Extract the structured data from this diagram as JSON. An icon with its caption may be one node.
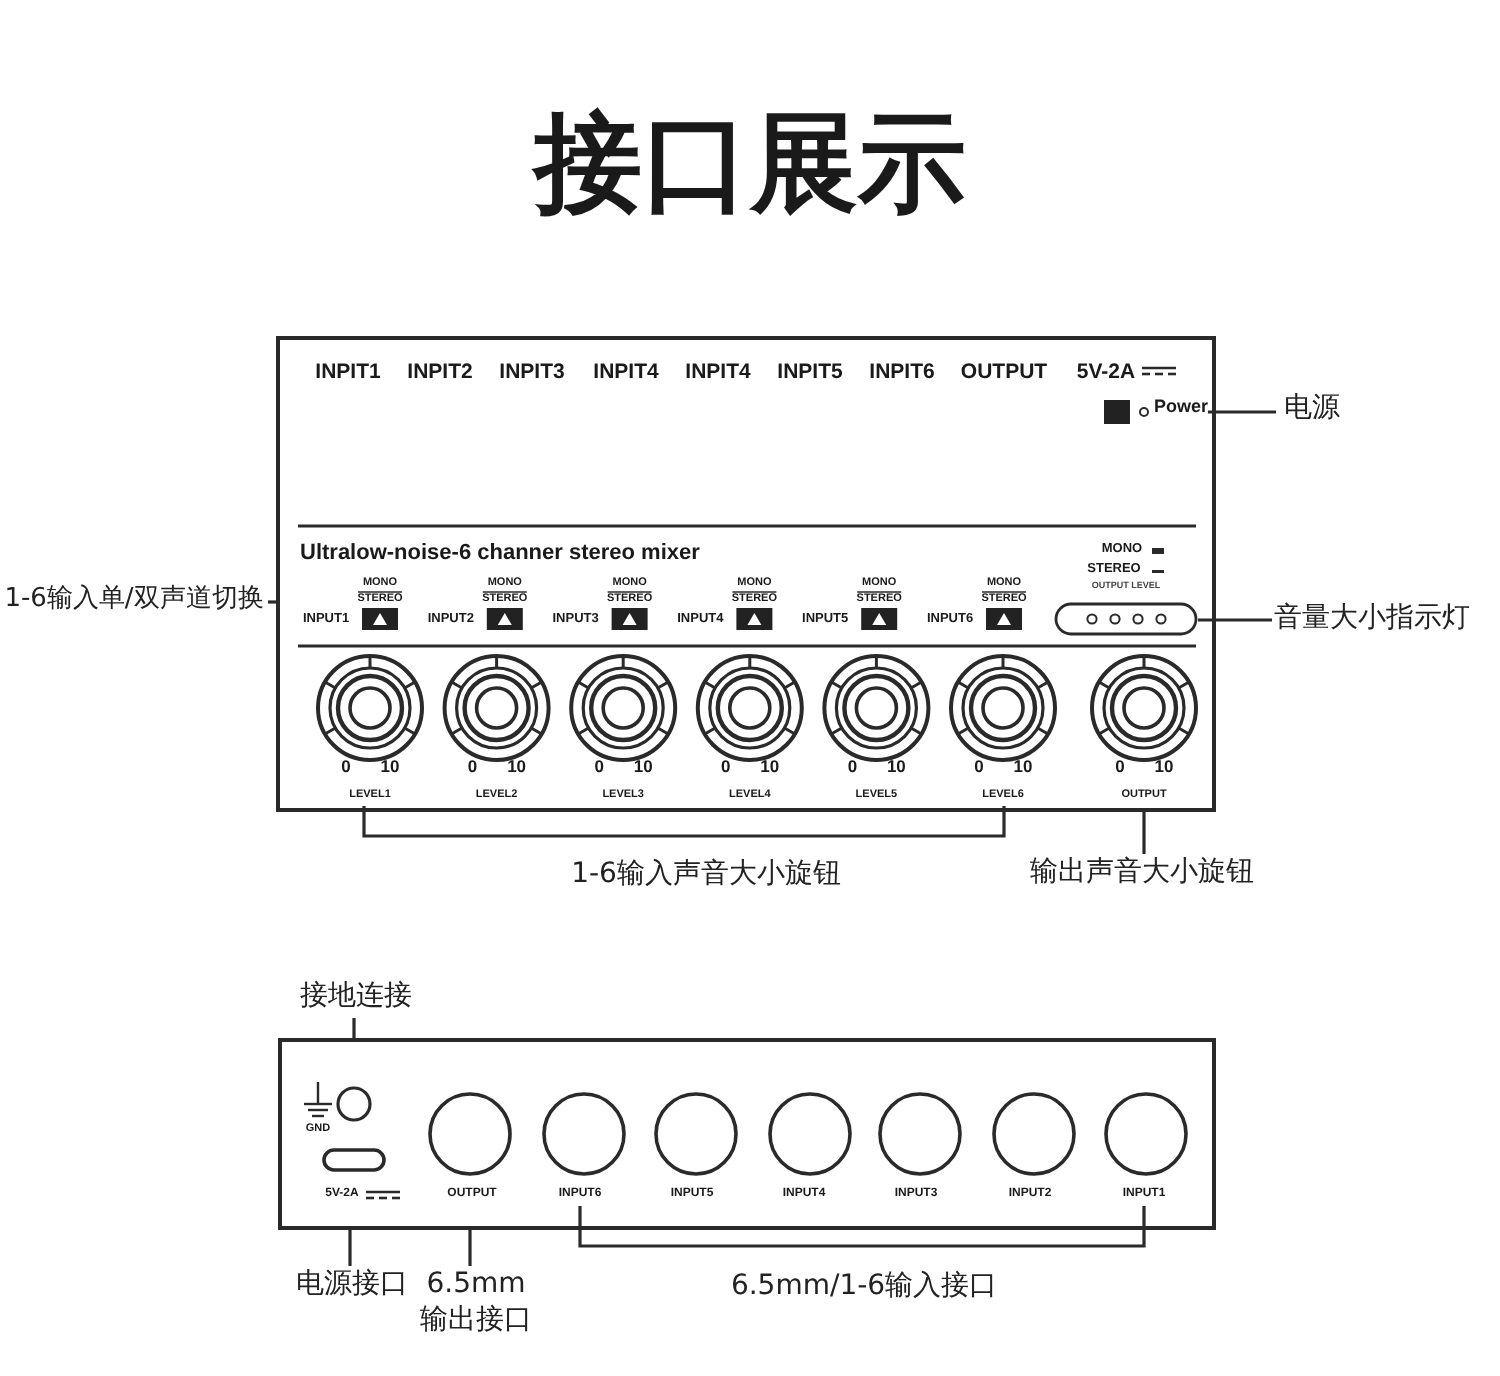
{
  "diagram": {
    "title": "接口展示",
    "nodes": [
      {
        "text": [],
        "shape": "box"
      },
      {
        "text": [
          "Power"
        ],
        "in": 0
      },
      {
        "text": [
          "电源"
        ]
      },
      {
        "text": [
          "1-6输入单/双声道切换"
        ]
      },
      {
        "text": [
          "音量大小指示灯"
        ]
      },
      {
        "text": [
          "OUTPUT LEVEL"
        ],
        "in": 0
      },
      {
        "text": [
          "输出声音大小旋钮"
        ]
      },
      {
        "text": [],
        "shape": "box"
      },
      {
        "text": [
          "接地连接"
        ]
      },
      {
        "text": [
          "电源接口"
        ]
      },
      {
        "text": [
          "6.5mm 输出接口"
        ]
      }
    ],
    "edges": [
      {
        "from": 2,
        "to": 1,
        "arrow": "none"
      },
      {
        "from": 3,
        "to": 0,
        "arrow": "none"
      },
      {
        "from": 4,
        "to": 5,
        "arrow": "none"
      },
      {
        "from": 6,
        "to": 0,
        "arrow": "none"
      },
      {
        "from": 8,
        "to": 7,
        "arrow": "none"
      },
      {
        "from": 9,
        "to": 7,
        "arrow": "none"
      },
      {
        "from": 10,
        "to": 7,
        "arrow": "none"
      }
    ],
    "labels": [
      "INPIT1",
      "INPIT2",
      "INPIT3",
      "INPIT4",
      "INPIT4",
      "INPIT5",
      "INPIT6",
      "OUTPUT",
      "5V-2A",
      "Ultralow-noise-6 channer stereo mixer",
      "MONO",
      "STEREO",
      "MONO",
      "STEREO",
      "INPUT1",
      "MONO",
      "STEREO",
      "INPUT2",
      "MONO",
      "STEREO",
      "INPUT3",
      "MONO",
      "STEREO",
      "INPUT4",
      "MONO",
      "STEREO",
      "INPUT5",
      "MONO",
      "STEREO",
      "INPUT6",
      "0",
      "10",
      "0",
      "10",
      "0",
      "10",
      "0",
      "10",
      "0",
      "10",
      "0",
      "10",
      "0",
      "10",
      "LEVEL1",
      "LEVEL2",
      "LEVEL3",
      "LEVEL4",
      "LEVEL5",
      "LEVEL6",
      "OUTPUT",
      "1-6输入声音大小旋钮",
      "GND",
      "5V-2A",
      "OUTPUT",
      "INPUT6",
      "INPUT5",
      "INPUT4",
      "INPUT3",
      "INPUT2",
      "INPUT1",
      "6.5mm/1-6输入接口"
    ]
  }
}
